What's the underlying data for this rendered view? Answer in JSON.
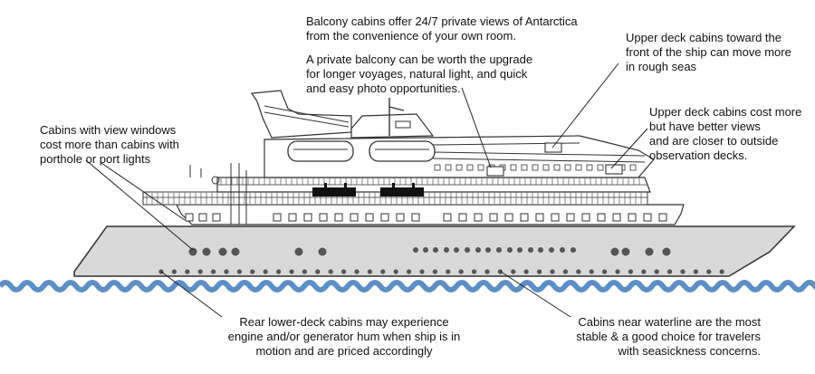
{
  "annotations": {
    "balcony_views": [
      "Balcony cabins offer 24/7 private views of Antarctica",
      "from the convenience of your own room."
    ],
    "balcony_upgrade": [
      "A private balcony can be worth the upgrade",
      "for longer voyages, natural light, and quick",
      "and easy photo opportunities."
    ],
    "upper_front": [
      "Upper deck cabins toward the",
      "front of the ship can move more",
      "in rough seas"
    ],
    "upper_cost": [
      "Upper deck cabins cost more",
      "but have better views",
      "and are closer to outside",
      "observation decks."
    ],
    "view_windows": [
      "Cabins with view windows",
      "cost more than cabins with",
      "porthole or port lights"
    ],
    "rear_lower": [
      "Rear lower-deck cabins may experience",
      "engine and/or generator hum when ship is in",
      "motion and are priced accordingly"
    ],
    "waterline": [
      "Cabins near waterline are the most",
      "stable & a good choice for travelers",
      "with seasickness concerns."
    ]
  },
  "colors": {
    "hull": "#d9d9d9",
    "superstructure": "#ffffff",
    "outline": "#333333",
    "porthole": "#555555",
    "water": "#5b8fc6",
    "leader": "#222222",
    "text": "#111111"
  }
}
